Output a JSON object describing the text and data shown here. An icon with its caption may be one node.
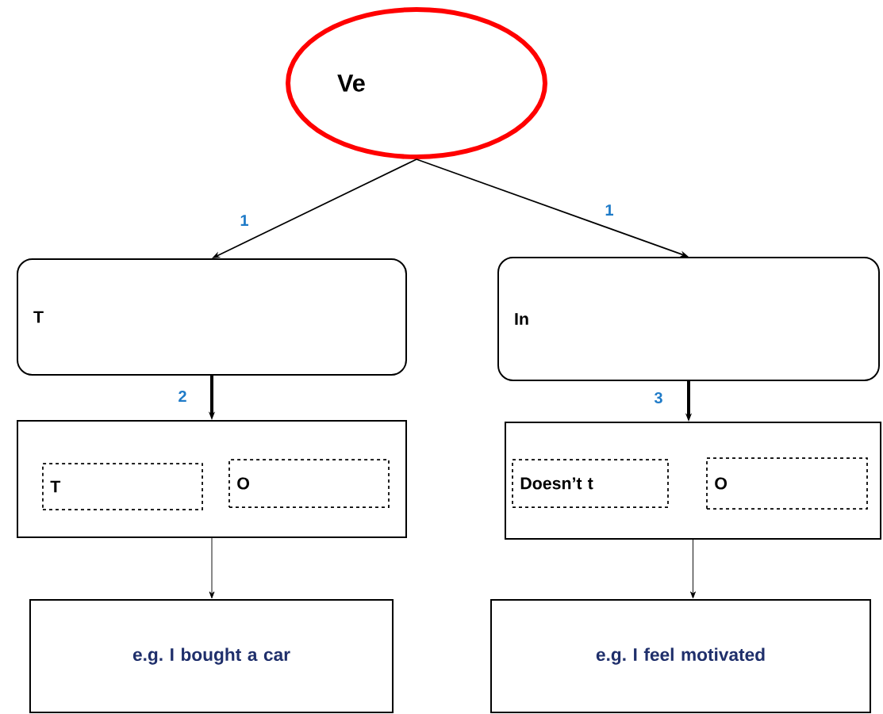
{
  "diagram": {
    "nodes": [
      {
        "text": [
          "Ve"
        ]
      },
      {
        "text": [
          "T"
        ]
      },
      {
        "text": [
          "In"
        ]
      },
      {
        "text": [],
        "shape": "box"
      },
      {
        "text": [
          "T"
        ],
        "in": 3
      },
      {
        "text": [
          "O"
        ],
        "in": 3
      },
      {
        "text": [],
        "shape": "box"
      },
      {
        "text": [
          "Doesn’t t"
        ],
        "in": 6
      },
      {
        "text": [
          "O"
        ],
        "in": 6
      },
      {
        "text": [
          "e.g. I bought a car"
        ]
      },
      {
        "text": [
          "e.g. I feel motivated"
        ]
      }
    ],
    "edges": [
      {
        "from": 0,
        "to": 1,
        "arrow": "to",
        "label": "1"
      },
      {
        "from": 0,
        "to": 2,
        "arrow": "to",
        "label": "1"
      },
      {
        "from": 1,
        "to": 3,
        "arrow": "to",
        "label": "2",
        "style": "thick"
      },
      {
        "from": 2,
        "to": 6,
        "arrow": "to",
        "label": "3",
        "style": "thick"
      },
      {
        "from": 3,
        "to": 9,
        "arrow": "to"
      },
      {
        "from": 6,
        "to": 10,
        "arrow": "to"
      }
    ]
  }
}
